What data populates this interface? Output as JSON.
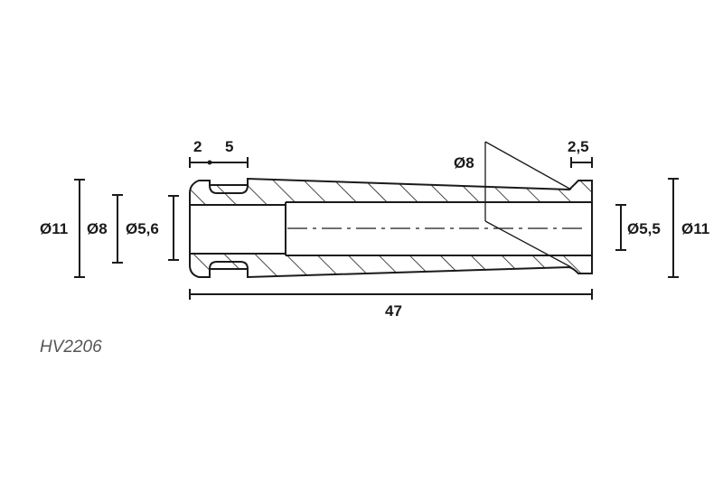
{
  "drawing": {
    "part_code": "HV2206",
    "dimensions": {
      "left_outer_diameter": "Ø11",
      "left_groove_diameter": "Ø8",
      "left_bore_diameter": "Ø5,6",
      "groove_offset": "2",
      "groove_width": "5",
      "cone_diameter": "Ø8",
      "right_lip_width": "2,5",
      "right_bore_diameter": "Ø5,5",
      "right_outer_diameter": "Ø11",
      "overall_length": "47"
    },
    "colors": {
      "line": "#1a1a1a",
      "code_text": "#555555",
      "background": "#ffffff"
    }
  }
}
